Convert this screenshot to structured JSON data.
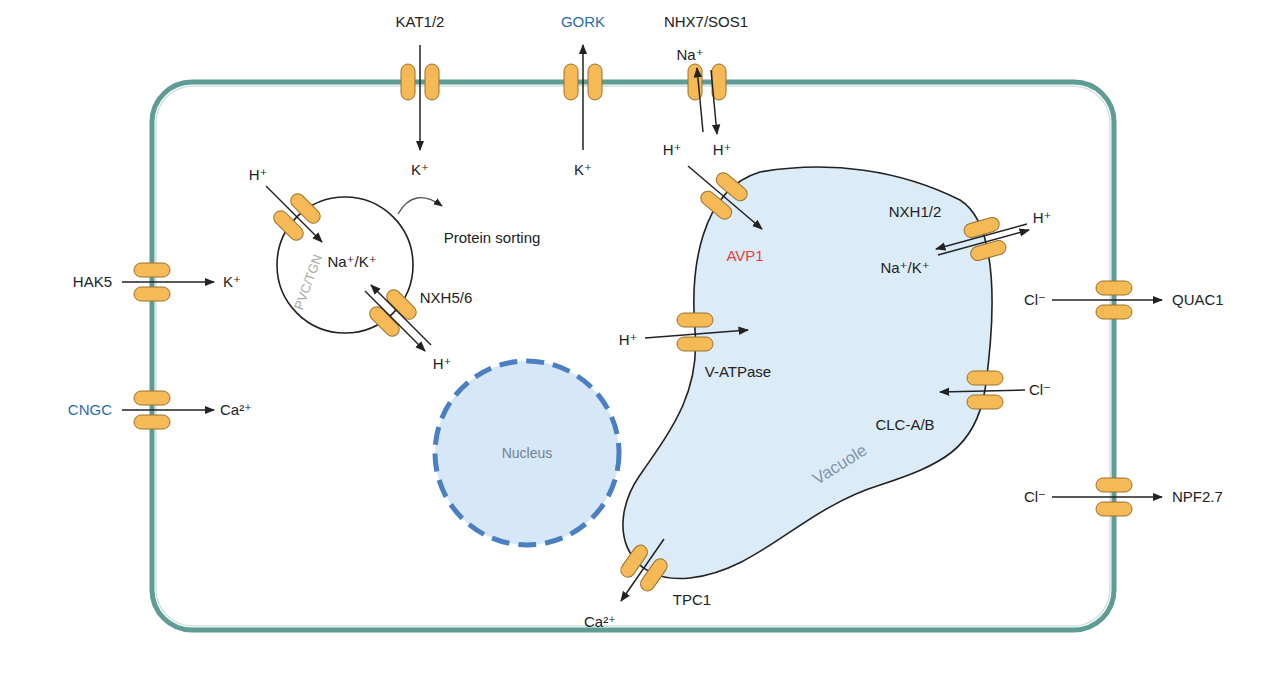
{
  "diagram": {
    "nodes": [
      {
        "text": [
          "PVC/TGN"
        ]
      },
      {
        "text": [
          "Nucleus"
        ]
      },
      {
        "text": [
          "Vacuole"
        ]
      }
    ],
    "labels": [
      "KAT1/2",
      "K⁺",
      "GORK",
      "K⁺",
      "NHX7/SOS1",
      "Na⁺",
      "H⁺",
      "H⁺",
      "Protein sorting",
      "Na⁺/K⁺",
      "NXH5/6",
      "H⁺",
      "H⁺",
      "AVP1",
      "NXH1/2",
      "H⁺",
      "Na⁺/K⁺",
      "HAK5",
      "K⁺",
      "CNGC",
      "Ca²⁺",
      "H⁺",
      "V-ATPase",
      "Cl⁻",
      "QUAC1",
      "CLC-A/B",
      "Cl⁻",
      "Cl⁻",
      "NPF2.7",
      "TPC1",
      "Ca²⁺"
    ]
  }
}
